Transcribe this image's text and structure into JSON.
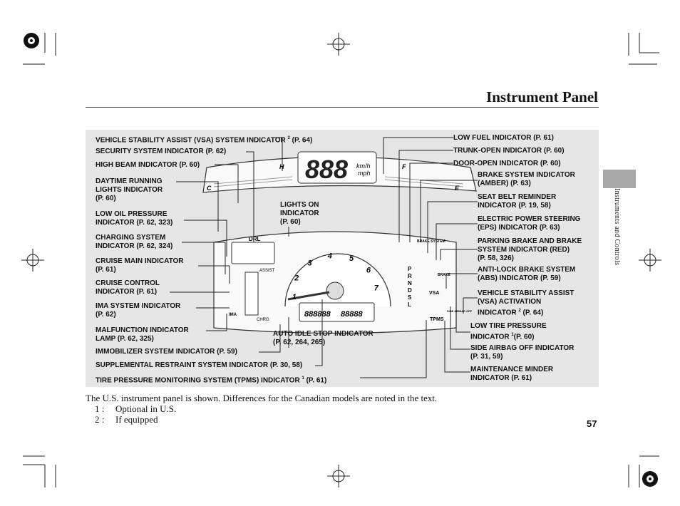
{
  "page": {
    "title": "Instrument Panel",
    "side_tab": "Instruments and Controls",
    "page_number": "57"
  },
  "labels": {
    "vsa_system": "VEHICLE STABILITY ASSIST (VSA) SYSTEM INDICATOR",
    "vsa_system_note": "2",
    "vsa_system_page": "(P. 64)",
    "security": "SECURITY SYSTEM INDICATOR (P. 62)",
    "high_beam": "HIGH BEAM INDICATOR (P. 60)",
    "drl_1": "DAYTIME RUNNING",
    "drl_2": "LIGHTS INDICATOR",
    "drl_3": "(P. 60)",
    "oil_1": "LOW OIL PRESSURE",
    "oil_2": "INDICATOR (P. 62, 323)",
    "charging_1": "CHARGING SYSTEM",
    "charging_2": "INDICATOR (P. 62, 324)",
    "cruise_main_1": "CRUISE MAIN INDICATOR",
    "cruise_main_2": "(P. 61)",
    "cruise_control_1": "CRUISE CONTROL",
    "cruise_control_2": "INDICATOR (P. 61)",
    "ima_1": "IMA SYSTEM INDICATOR",
    "ima_2": "(P. 62)",
    "malfunction_1": "MALFUNCTION INDICATOR",
    "malfunction_2": "LAMP (P. 62, 325)",
    "immobilizer": "IMMOBILIZER SYSTEM INDICATOR (P. 59)",
    "srs": "SUPPLEMENTAL RESTRAINT SYSTEM INDICATOR  (P. 30, 58)",
    "tpms": "TIRE PRESSURE MONITORING SYSTEM (TPMS) INDICATOR",
    "tpms_note": "1",
    "tpms_page": "(P. 61)",
    "lights_on_1": "LIGHTS ON",
    "lights_on_2": "INDICATOR",
    "lights_on_3": "(P. 60)",
    "auto_idle_1": "AUTO IDLE STOP INDICATOR",
    "auto_idle_2": "(P. 62, 264, 265)",
    "low_fuel": "LOW FUEL INDICATOR (P. 61)",
    "trunk": "TRUNK-OPEN INDICATOR (P. 60)",
    "door": "DOOR-OPEN INDICATOR (P. 60)",
    "brake_amber_1": "BRAKE SYSTEM INDICATOR",
    "brake_amber_2": "(AMBER) (P. 63)",
    "seat_belt_1": "SEAT BELT REMINDER",
    "seat_belt_2": "INDICATOR (P. 19, 58)",
    "eps_1": "ELECTRIC POWER STEERING",
    "eps_2": "(EPS) INDICATOR (P. 63)",
    "parking_1": "PARKING BRAKE AND BRAKE",
    "parking_2": "SYSTEM INDICATOR (RED)",
    "parking_3": "(P. 58, 326)",
    "abs_1": "ANTI-LOCK BRAKE SYSTEM",
    "abs_2": "(ABS) INDICATOR (P. 59)",
    "vsa_act_1": "VEHICLE STABILITY ASSIST",
    "vsa_act_2": "(VSA) ACTIVATION",
    "vsa_act_3": "INDICATOR",
    "vsa_act_note": "2",
    "vsa_act_page": "(P. 64)",
    "low_tire_1": "LOW TIRE PRESSURE",
    "low_tire_2": "INDICATOR",
    "low_tire_note": "1",
    "low_tire_page": "(P. 60)",
    "airbag_off_1": "SIDE AIRBAG OFF INDICATOR",
    "airbag_off_2": "(P. 31, 59)",
    "maint_1": "MAINTENANCE MINDER",
    "maint_2": "INDICATOR (P. 61)"
  },
  "cluster": {
    "speed_digits": "888",
    "speed_unit_1": "km/h",
    "speed_unit_2": "mph",
    "drl_tag": "DRL",
    "fuel_full": "F",
    "fuel_empty": "E",
    "temp_cold": "C",
    "temp_hot": "H",
    "assist": "ASSIST",
    "charge": "CHRG",
    "tach_numbers": [
      "1",
      "2",
      "3",
      "4",
      "5",
      "6",
      "7"
    ],
    "gears": [
      "P",
      "R",
      "N",
      "D",
      "S",
      "L"
    ],
    "vsa_tag": "VSA",
    "tpms_tag": "TPMS",
    "brake_tag": "BRAKE",
    "brake_system_tag": "BRAKE SYSTEM",
    "ima_tag": "IMA",
    "airbag_tag": "SIDE AIRBAG OFF",
    "odo": "888888",
    "trip": "88888"
  },
  "footnotes": {
    "main": "The U.S. instrument panel is shown. Differences for the Canadian models are noted in the text.",
    "n1_key": "1 :",
    "n1_text": "Optional in U.S.",
    "n2_key": "2 :",
    "n2_text": "If equipped"
  }
}
